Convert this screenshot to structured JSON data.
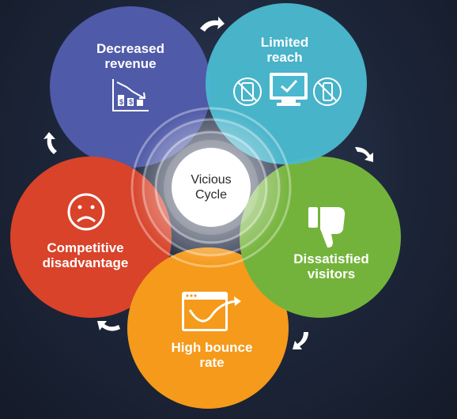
{
  "center": {
    "line1": "Vicious",
    "line2": "Cycle"
  },
  "stages": {
    "decreased_revenue": {
      "line1": "Decreased",
      "line2": "revenue",
      "color": "#4f5aa8",
      "icon": "chart-down-dollar-icon"
    },
    "limited_reach": {
      "line1": "Limited",
      "line2": "reach",
      "color": "#4ab9cf",
      "icon": "devices-icon"
    },
    "dissatisfied_visitors": {
      "line1": "Dissatisfied",
      "line2": "visitors",
      "color": "#74b33b",
      "icon": "thumbs-down-icon"
    },
    "high_bounce_rate": {
      "line1": "High bounce",
      "line2": "rate",
      "color": "#f59a1b",
      "icon": "browser-bounce-icon"
    },
    "competitive_disadvantage": {
      "line1": "Competitive",
      "line2": "disadvantage",
      "color": "#d8432a",
      "icon": "sad-face-icon"
    }
  }
}
